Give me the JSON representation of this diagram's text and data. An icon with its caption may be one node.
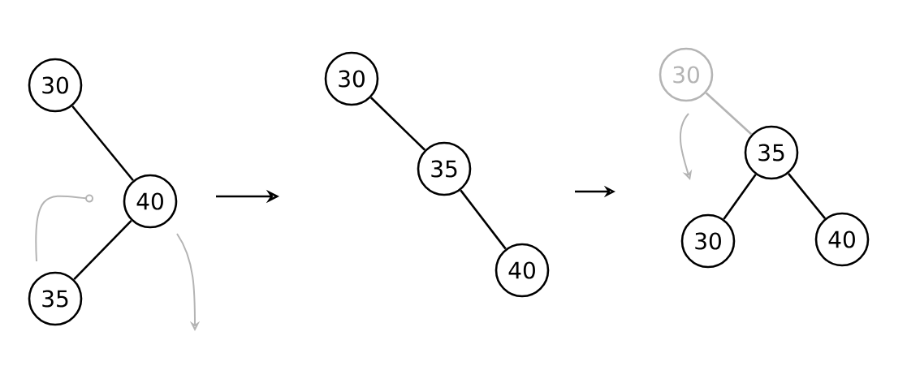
{
  "diagram": {
    "nodes": [
      {
        "text": [
          "30"
        ]
      },
      {
        "text": [
          "40"
        ]
      },
      {
        "text": [
          "35"
        ]
      },
      {
        "text": [
          "30"
        ]
      },
      {
        "text": [
          "35"
        ]
      },
      {
        "text": [
          "40"
        ]
      },
      {
        "text": [
          "30"
        ]
      },
      {
        "text": [
          "35"
        ]
      },
      {
        "text": [
          "30"
        ]
      },
      {
        "text": [
          "40"
        ]
      }
    ],
    "edges": [
      {
        "from": 0,
        "to": 1,
        "arrow": "none"
      },
      {
        "from": 1,
        "to": 2,
        "arrow": "none"
      },
      {
        "from": 3,
        "to": 4,
        "arrow": "none"
      },
      {
        "from": 4,
        "to": 5,
        "arrow": "none"
      },
      {
        "from": 6,
        "to": 7,
        "arrow": "none",
        "color": "#b4b4b4"
      },
      {
        "from": 7,
        "to": 8,
        "arrow": "none"
      },
      {
        "from": 7,
        "to": 9,
        "arrow": "none"
      }
    ]
  }
}
